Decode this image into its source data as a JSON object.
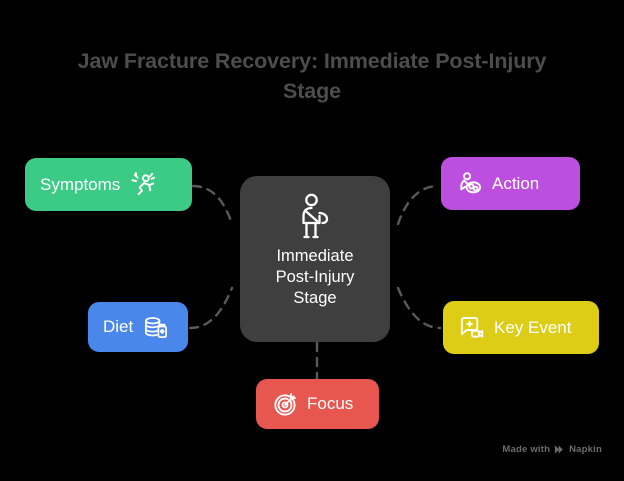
{
  "page": {
    "background_color": "#000000",
    "title_color": "#4d4d4d",
    "title_line1": "Jaw Fracture Recovery: Immediate Post-Injury",
    "title_line2": "Stage",
    "title_full": "Jaw Fracture Recovery: Immediate Post-Injury Stage"
  },
  "center": {
    "label_line1": "Immediate",
    "label_line2": "Post-Injury",
    "label_line3": "Stage",
    "color": "#3f3f3f",
    "text_color": "#ffffff",
    "icon": "person-arm-sling-icon"
  },
  "nodes": [
    {
      "id": "symptoms",
      "label": "Symptoms",
      "color": "#3bcb86",
      "text_color": "#ffffff",
      "icon": "person-in-pain-icon",
      "icon_position": "after",
      "side": "left-top"
    },
    {
      "id": "diet",
      "label": "Diet",
      "color": "#4a87ea",
      "text_color": "#ffffff",
      "icon": "pills-supplement-bottle-icon",
      "icon_position": "after",
      "side": "left-bottom"
    },
    {
      "id": "focus",
      "label": "Focus",
      "color": "#e8574f",
      "text_color": "#ffffff",
      "icon": "target-arrow-icon",
      "icon_position": "before",
      "side": "bottom"
    },
    {
      "id": "action",
      "label": "Action",
      "color": "#bc4fe0",
      "text_color": "#ffffff",
      "icon": "person-activity-icon",
      "icon_position": "before",
      "side": "right-top"
    },
    {
      "id": "keyevent",
      "label": "Key Event",
      "color": "#ddcd16",
      "text_color": "#ffffff",
      "icon": "medical-message-video-icon",
      "icon_position": "before",
      "side": "right-bottom"
    }
  ],
  "connectors": {
    "style": "dashed",
    "color": "#5a5a5a",
    "count": 5
  },
  "watermark": {
    "text": "Made with",
    "brand": "Napkin",
    "logo": "napkin-chevron-logo",
    "color": "#6d6d6d"
  }
}
